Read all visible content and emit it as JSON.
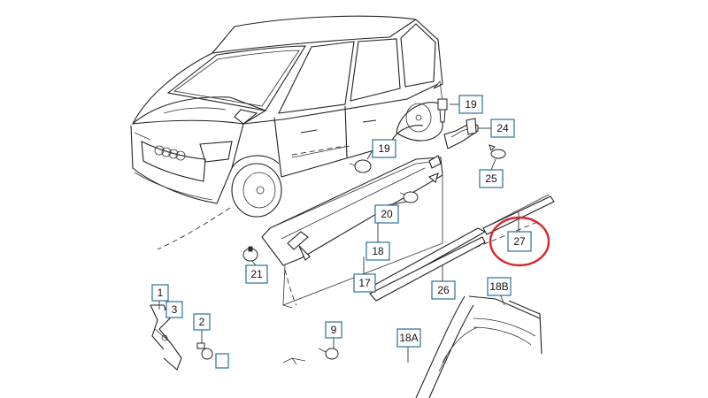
{
  "callouts": {
    "c19a": "19",
    "c24": "24",
    "c19b": "19",
    "c25": "25",
    "c20": "20",
    "c18": "18",
    "c21": "21",
    "c17": "17",
    "c27": "27",
    "c26": "26",
    "c18b": "18B",
    "c1": "1",
    "c3": "3",
    "c2": "2",
    "c9": "9",
    "c18a": "18A"
  },
  "car_emblem": "audi-rings-logo",
  "highlight": {
    "target": "27",
    "color": "#d8262b"
  },
  "colors": {
    "callout_border": "#2a6f9a",
    "line": "#222222"
  }
}
